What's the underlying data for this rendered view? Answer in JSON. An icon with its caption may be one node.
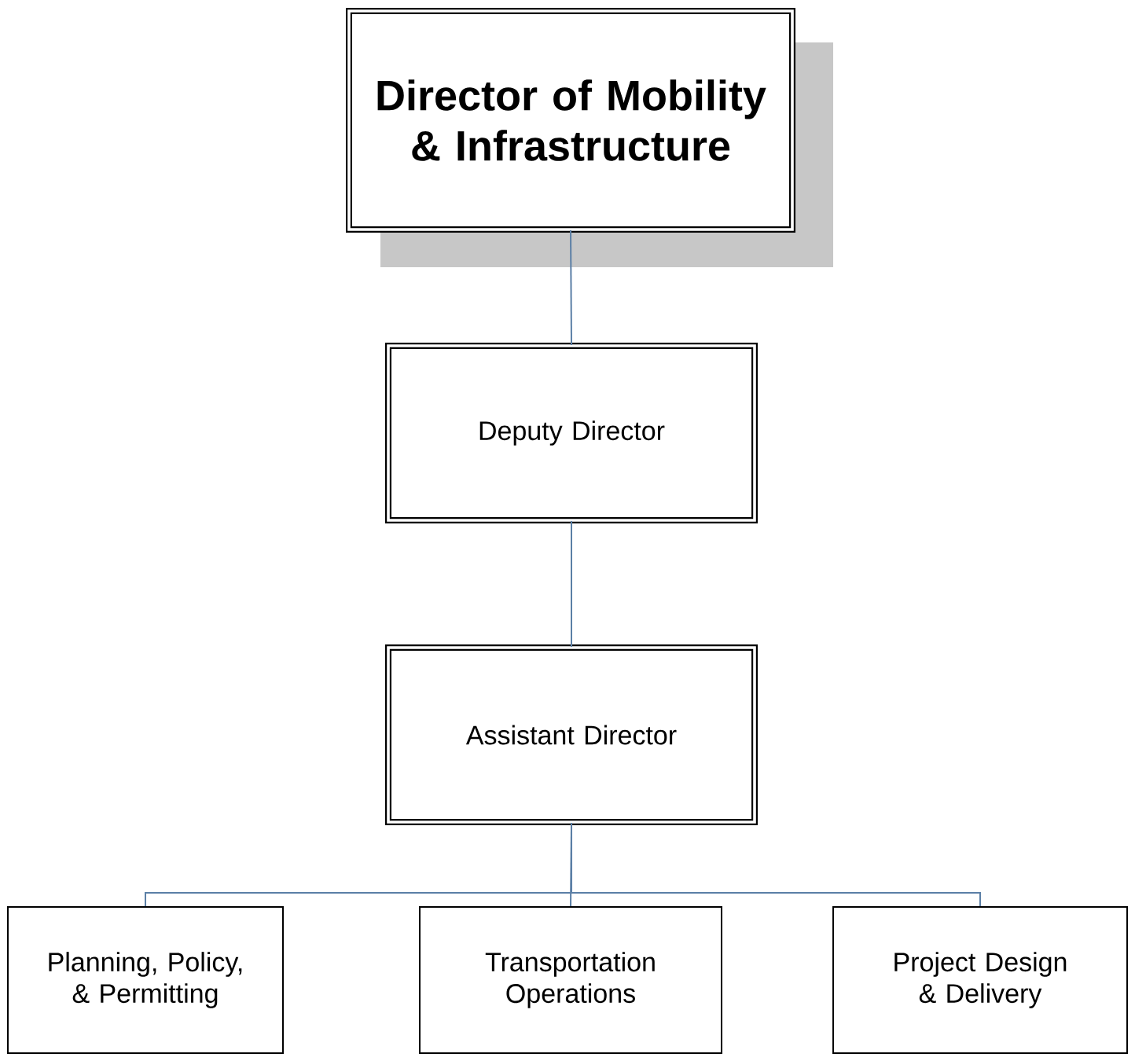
{
  "diagram": {
    "nodes": [
      {
        "text": [
          "Director of Mobility & Infrastructure"
        ]
      },
      {
        "text": [
          "Deputy Director"
        ]
      },
      {
        "text": [
          "Assistant Director"
        ]
      },
      {
        "text": [
          "Planning, Policy, & Permitting"
        ]
      },
      {
        "text": [
          "Transportation Operations"
        ]
      },
      {
        "text": [
          "Project Design & Delivery"
        ]
      }
    ],
    "edges": [
      {
        "from": 0,
        "to": 1,
        "arrow": "none"
      },
      {
        "from": 1,
        "to": 2,
        "arrow": "none"
      },
      {
        "from": 2,
        "to": 3,
        "arrow": "none"
      },
      {
        "from": 2,
        "to": 4,
        "arrow": "none"
      },
      {
        "from": 2,
        "to": 5,
        "arrow": "none"
      }
    ]
  }
}
